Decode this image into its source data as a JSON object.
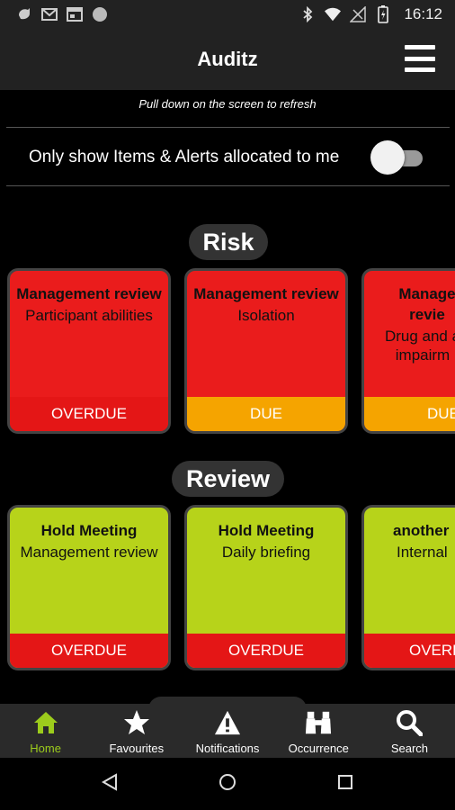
{
  "status_bar": {
    "time": "16:12"
  },
  "app": {
    "title": "Auditz"
  },
  "refresh_hint": "Pull down on the screen to refresh",
  "filter": {
    "label": "Only show Items & Alerts allocated to me",
    "enabled": false
  },
  "sections": [
    {
      "title": "Risk",
      "cards": [
        {
          "title": "Management review",
          "subtitle": "Participant abilities",
          "status": "OVERDUE",
          "color": "#ea1c1c",
          "status_color": "#e41616"
        },
        {
          "title": "Management review",
          "subtitle": "Isolation",
          "status": "DUE",
          "color": "#ea1c1c",
          "status_color": "#f5a400"
        },
        {
          "title": "Manage revie",
          "subtitle": "Drug and a impairm",
          "status": "DUE",
          "color": "#ea1c1c",
          "status_color": "#f5a400"
        }
      ]
    },
    {
      "title": "Review",
      "cards": [
        {
          "title": "Hold Meeting",
          "subtitle": "Management review",
          "status": "OVERDUE",
          "color": "#b7d31a",
          "status_color": "#e41616"
        },
        {
          "title": "Hold Meeting",
          "subtitle": "Daily briefing",
          "status": "OVERDUE",
          "color": "#b7d31a",
          "status_color": "#e41616"
        },
        {
          "title": "another",
          "subtitle": "Internal",
          "status": "OVERD",
          "color": "#b7d31a",
          "status_color": "#e41616"
        }
      ]
    }
  ],
  "bottom_nav": [
    {
      "label": "Home",
      "icon": "home-icon",
      "active": true
    },
    {
      "label": "Favourites",
      "icon": "star-icon",
      "active": false
    },
    {
      "label": "Notifications",
      "icon": "warning-icon",
      "active": false
    },
    {
      "label": "Occurrence",
      "icon": "binoculars-icon",
      "active": false
    },
    {
      "label": "Search",
      "icon": "search-icon",
      "active": false
    }
  ],
  "colors": {
    "accent": "#9ccc1c",
    "risk_card": "#ea1c1c",
    "review_card": "#b7d31a",
    "overdue": "#e41616",
    "due": "#f5a400"
  }
}
